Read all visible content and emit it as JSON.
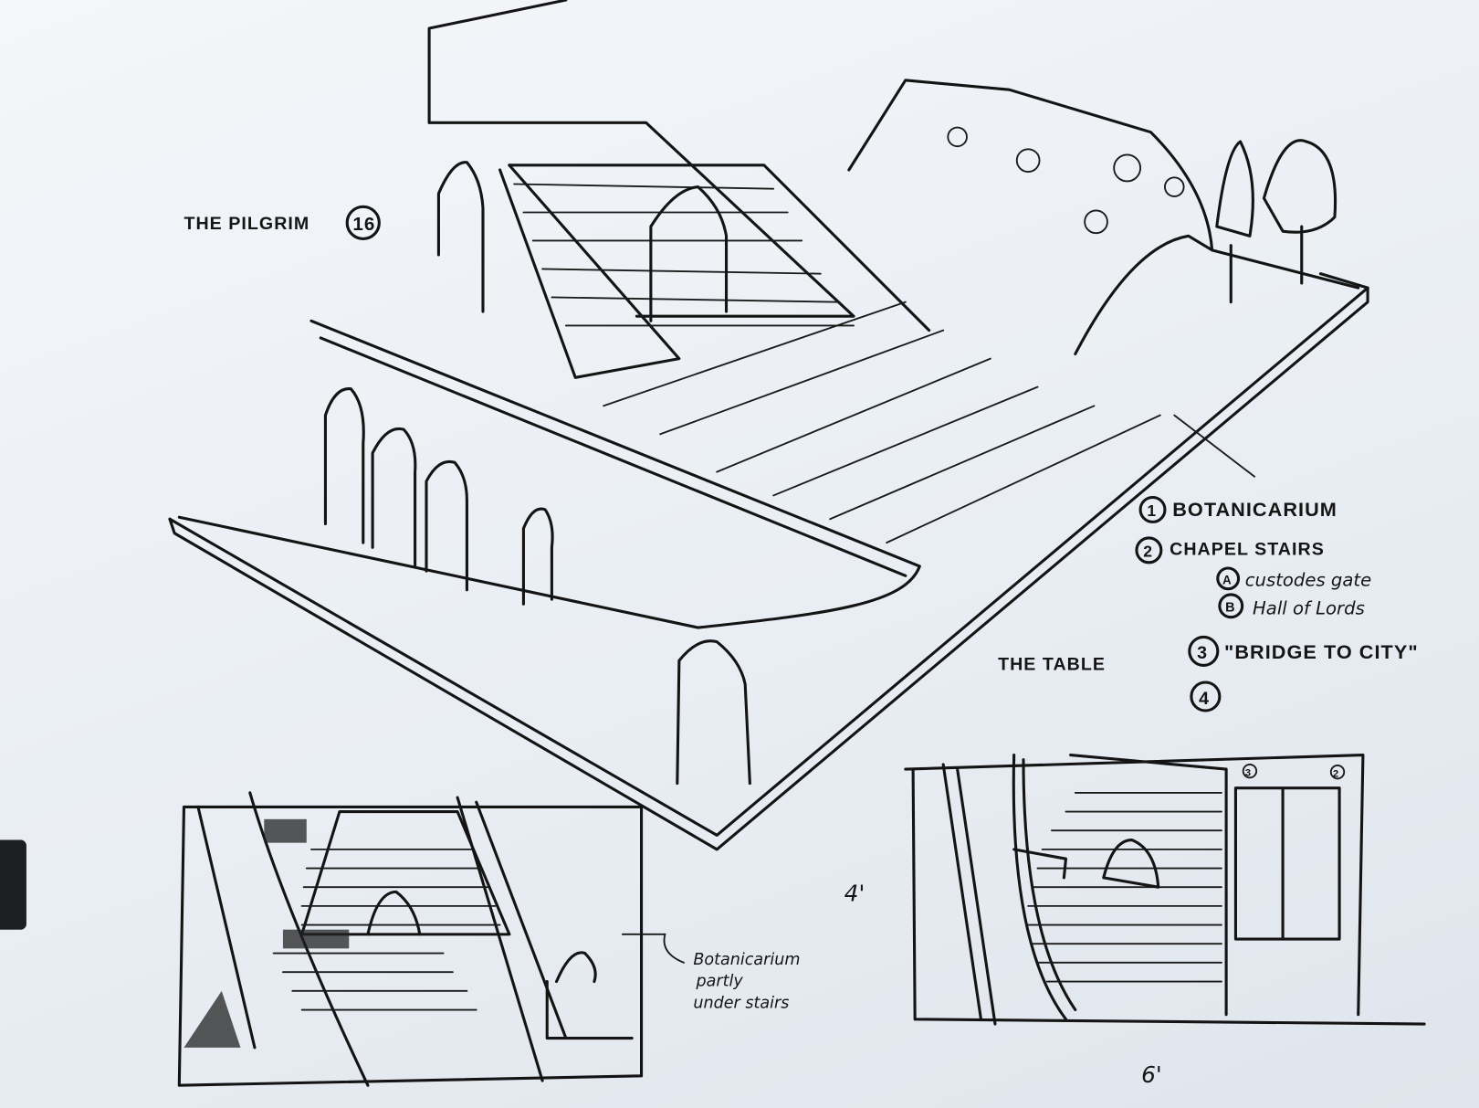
{
  "sketch": {
    "title_label": "THE PILGRIM",
    "title_number": "16",
    "table_label": "THE TABLE",
    "legend": [
      {
        "marker": "1",
        "text": "BOTANICARIUM"
      },
      {
        "marker": "2",
        "text": "CHAPEL STAIRS"
      },
      {
        "marker": "A",
        "text": "custodes gate"
      },
      {
        "marker": "B",
        "text": "Hall of Lords"
      },
      {
        "marker": "3",
        "text": "\"BRIDGE TO CITY\""
      },
      {
        "marker": "4",
        "text": ""
      }
    ],
    "plan_note": [
      "Botanicarium",
      "partly",
      "under stairs"
    ],
    "dimension_height": "4'",
    "dimension_width": "6'",
    "plan_markers": [
      "3",
      "2"
    ]
  },
  "colors": {
    "paper": "#eef1f5",
    "ink": "#141414"
  }
}
